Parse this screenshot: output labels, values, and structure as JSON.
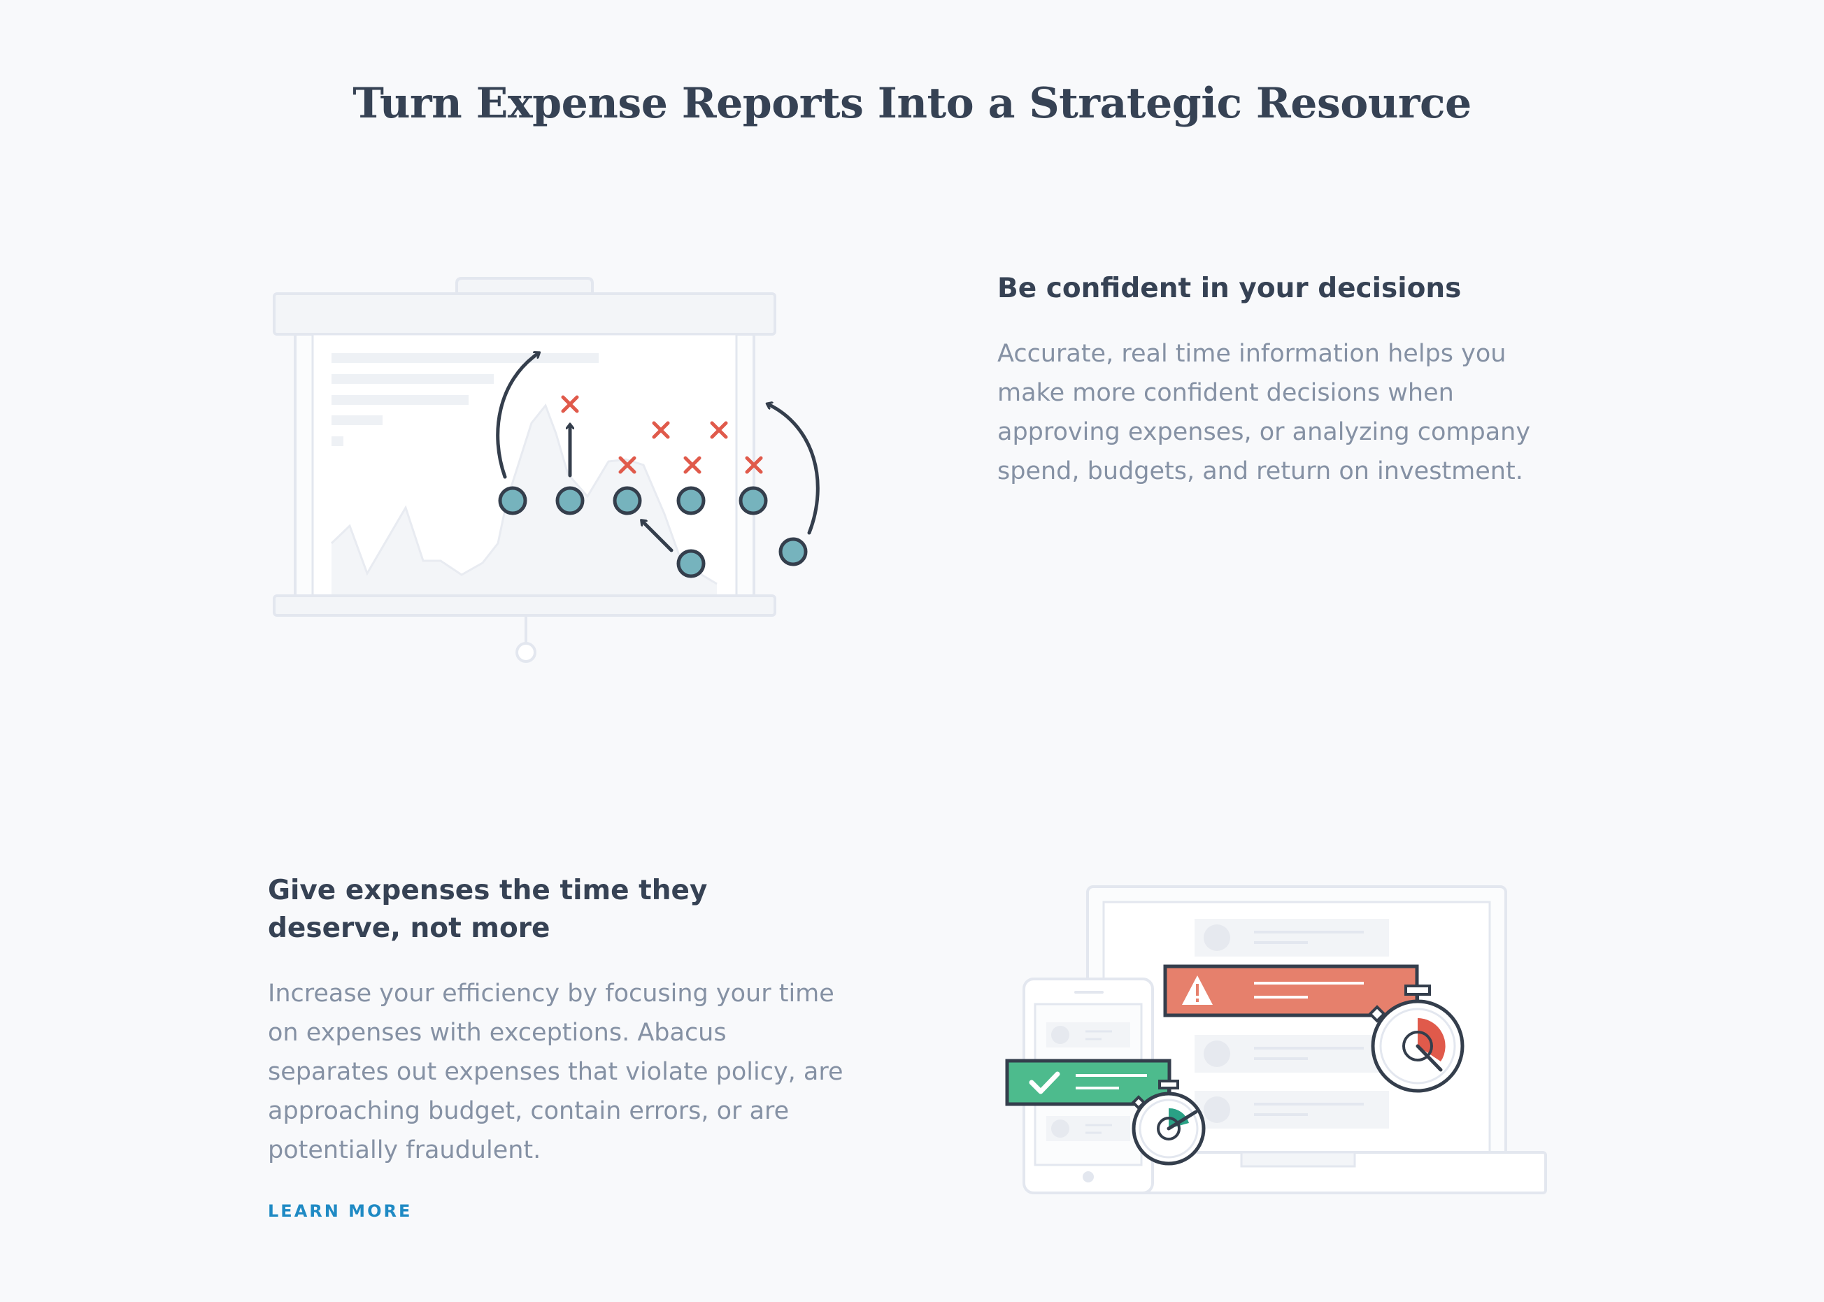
{
  "page": {
    "title": "Turn Expense Reports Into a Strategic Resource"
  },
  "features": [
    {
      "title": "Be confident in your decisions",
      "description": "Accurate, real time information helps you make more confident decisions when approving expenses, or analyzing company spend, budgets, and return on investment."
    },
    {
      "title": "Give expenses the time they deserve, not more",
      "description": "Increase your efficiency by focusing your time on expenses with exceptions. Abacus separates out expenses that violate policy, are approaching budget, contain errors, or are potentially fraudulent.",
      "link_label": "LEARN MORE"
    }
  ],
  "colors": {
    "heading": "#364254",
    "body_text": "#8591a4",
    "link": "#1f8ac4",
    "teal": "#76b3bd",
    "red_x": "#e05a4b",
    "warning_card": "#e6806c",
    "success_card": "#4dbb8d",
    "outline": "#e3e7ef",
    "dark_stroke": "#343e4c"
  },
  "icons": {
    "illustration_1": "presentation-screen-playbook",
    "illustration_2": "devices-with-stopwatch-alerts",
    "warning": "warning-triangle-icon",
    "check": "checkmark-icon",
    "stopwatch": "stopwatch-icon"
  }
}
